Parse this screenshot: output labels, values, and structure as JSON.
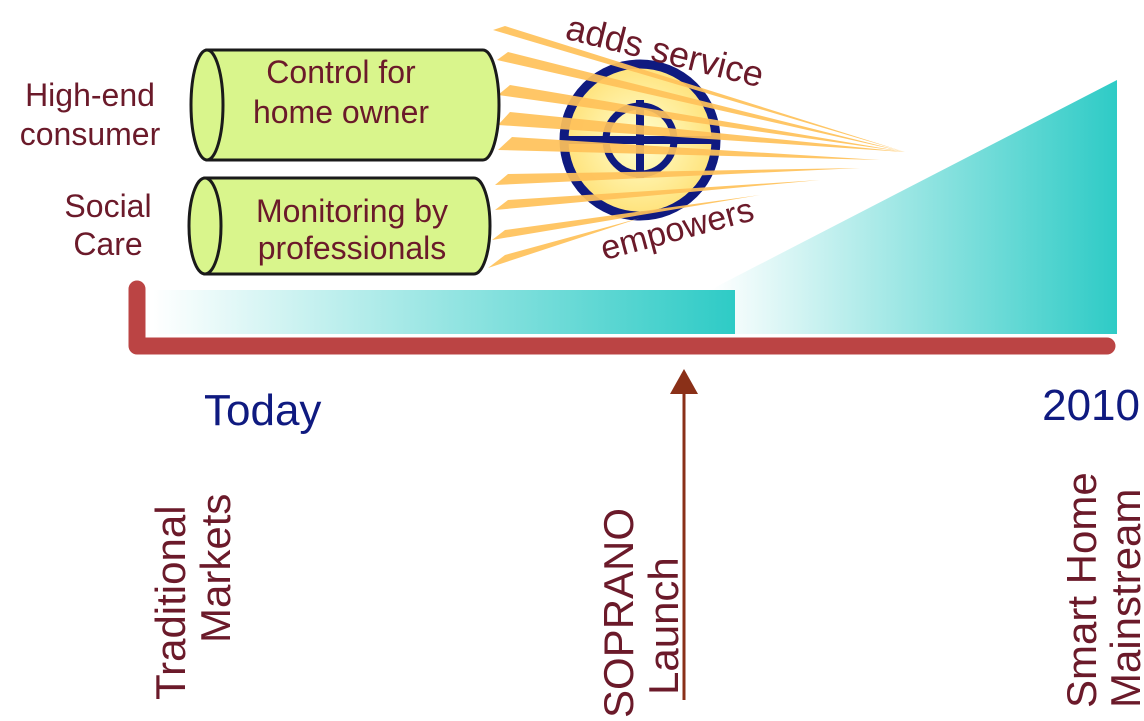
{
  "labels": {
    "high_end_line1": "High-end",
    "high_end_line2": "consumer",
    "social_line1": "Social",
    "social_line2": "Care",
    "control_line1": "Control for",
    "control_line2": "home owner",
    "monitoring_line1": "Monitoring by",
    "monitoring_line2": "professionals",
    "adds_service": "adds service",
    "empowers": "empowers",
    "today": "Today",
    "year_2010": "2010",
    "traditional_line1": "Traditional",
    "traditional_line2": "Markets",
    "soprano_line1": "SOPRANO",
    "soprano_line2": "Launch",
    "smart_line1": "Smart Home",
    "smart_line2": "Mainstream"
  },
  "colors": {
    "cylinder_fill": "#d9f58c",
    "cylinder_stroke": "#1a1a1a",
    "beam": "#ffc25a",
    "teal": "#2ecbc6",
    "axis": "#bb4444",
    "arrow": "#8a3018",
    "label_red": "#6b1a2a",
    "label_blue": "#0f1a80",
    "target": "#0f1a80"
  }
}
